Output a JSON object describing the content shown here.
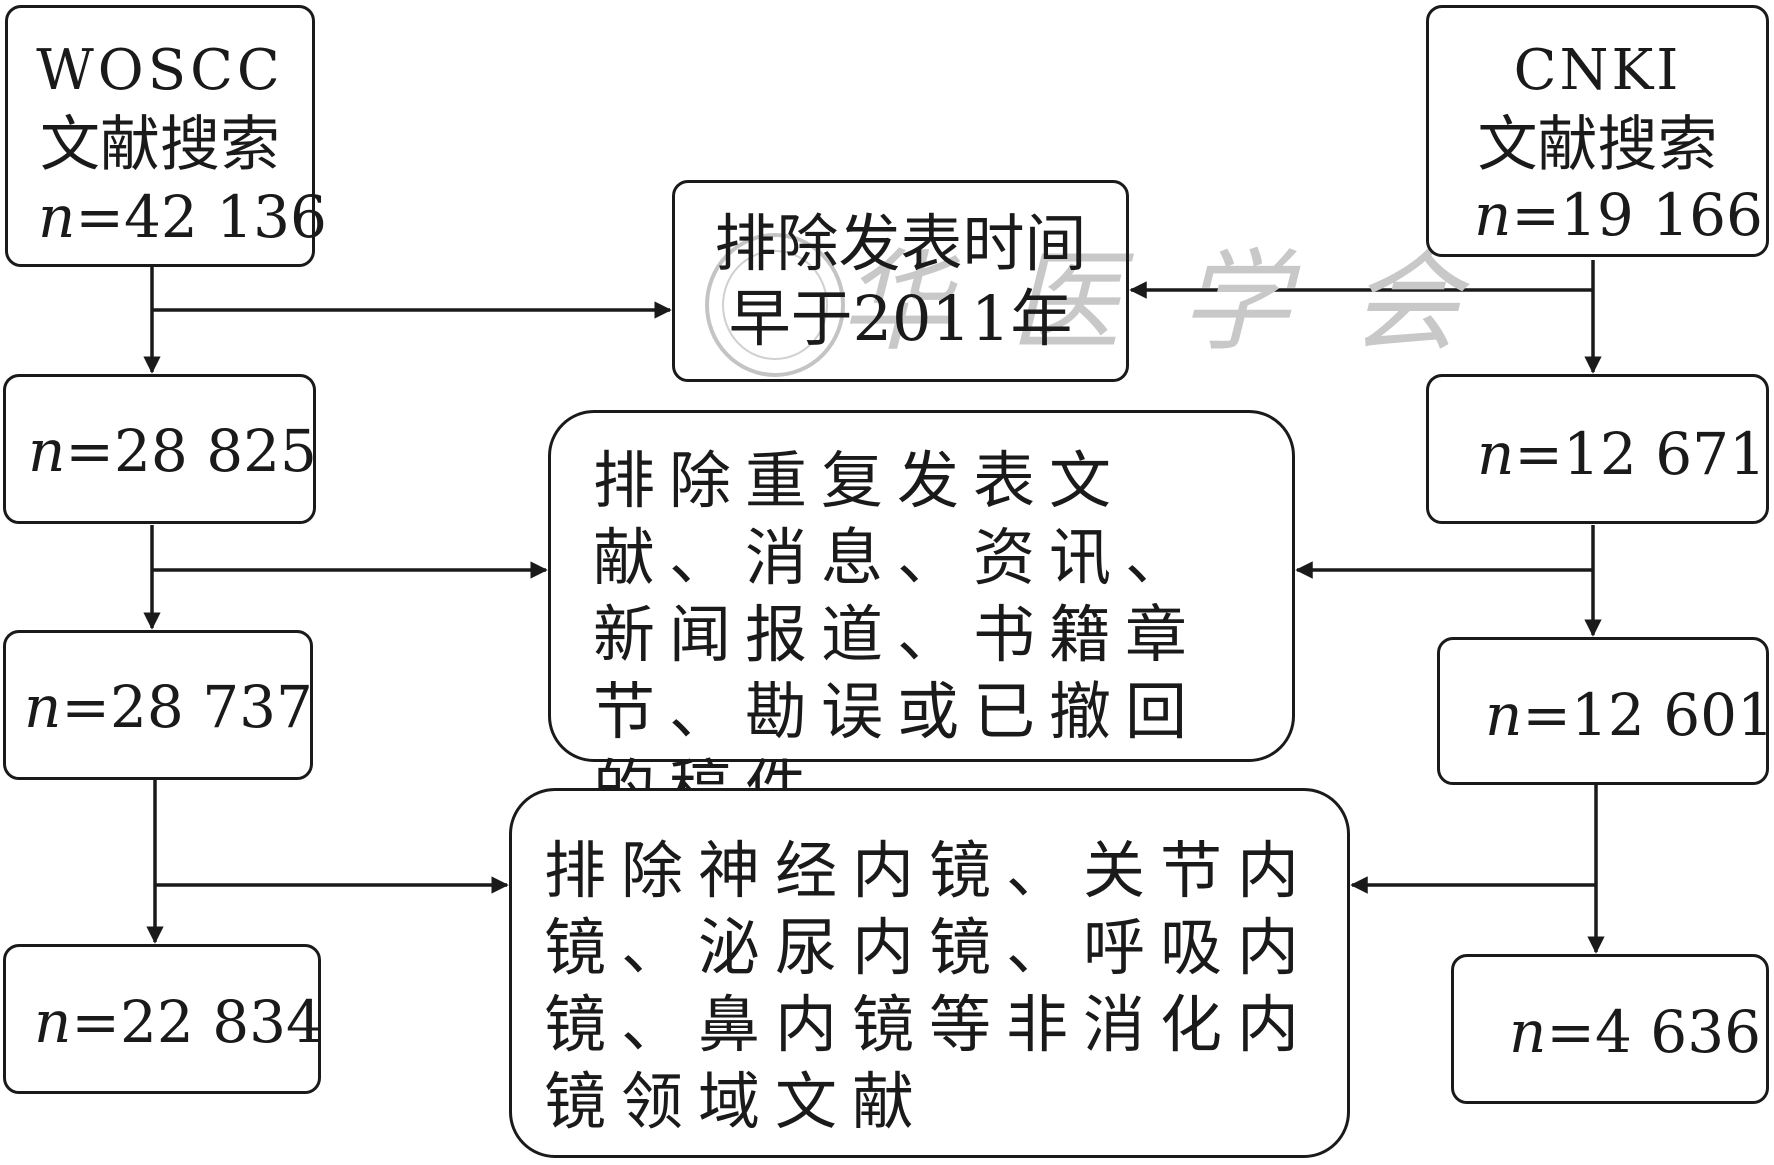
{
  "left": {
    "source": {
      "name": "WOSCC",
      "label": "文献搜索",
      "n_prefix": "n",
      "n_value": "=42 136"
    },
    "steps": [
      {
        "n_prefix": "n",
        "n_value": "=28 825"
      },
      {
        "n_prefix": "n",
        "n_value": "=28 737"
      },
      {
        "n_prefix": "n",
        "n_value": "=22 834"
      }
    ]
  },
  "right": {
    "source": {
      "name": "CNKI",
      "label": "文献搜索",
      "n_prefix": "n",
      "n_value": "=19 166"
    },
    "steps": [
      {
        "n_prefix": "n",
        "n_value": "=12 671"
      },
      {
        "n_prefix": "n",
        "n_value": "=12 601"
      },
      {
        "n_prefix": "n",
        "n_value": "=4 636"
      }
    ]
  },
  "exclusions": [
    {
      "line1": "排除发表时间",
      "line2": "早于2011年"
    },
    {
      "text": "排除重复发表文献、消息、资讯、新闻报道、书籍章节、勘误或已撤回的稿件"
    },
    {
      "text": "排除神经内镜、关节内镜、泌尿内镜、呼吸内镜、鼻内镜等非消化内镜领域文献"
    }
  ],
  "watermark": {
    "text": "中华医学会"
  },
  "colors": {
    "line": "#1a1a1a",
    "background": "#ffffff",
    "watermark": "#bdbdbd"
  }
}
